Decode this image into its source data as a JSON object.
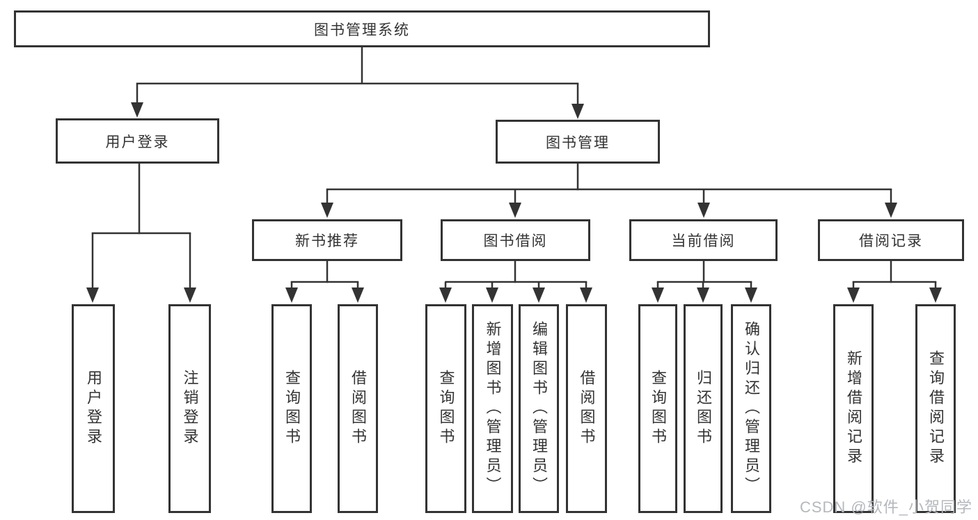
{
  "tree": {
    "root": {
      "label": "图书管理系统"
    },
    "branches": [
      {
        "label": "用户登录"
      },
      {
        "label": "图书管理"
      }
    ],
    "user_login_leaves": [
      {
        "label": "用户登录"
      },
      {
        "label": "注销登录"
      }
    ],
    "groups": [
      {
        "label": "新书推荐",
        "leaves": [
          {
            "label": "查询图书"
          },
          {
            "label": "借阅图书"
          }
        ]
      },
      {
        "label": "图书借阅",
        "leaves": [
          {
            "label": "查询图书"
          },
          {
            "label": "新增图书（管理员）"
          },
          {
            "label": "编辑图书（管理员）"
          },
          {
            "label": "借阅图书"
          }
        ]
      },
      {
        "label": "当前借阅",
        "leaves": [
          {
            "label": "查询图书"
          },
          {
            "label": "归还图书"
          },
          {
            "label": "确认归还（管理员）"
          }
        ]
      },
      {
        "label": "借阅记录",
        "leaves": [
          {
            "label": "新增借阅记录"
          },
          {
            "label": "查询借阅记录"
          }
        ]
      }
    ]
  },
  "watermark": {
    "text": "CSDN @软件_小贺同学"
  },
  "colors": {
    "line": "#333333",
    "text": "#333333",
    "box_fill": "#ffffff",
    "background": "#ffffff",
    "watermark": "#b4b8bd"
  }
}
